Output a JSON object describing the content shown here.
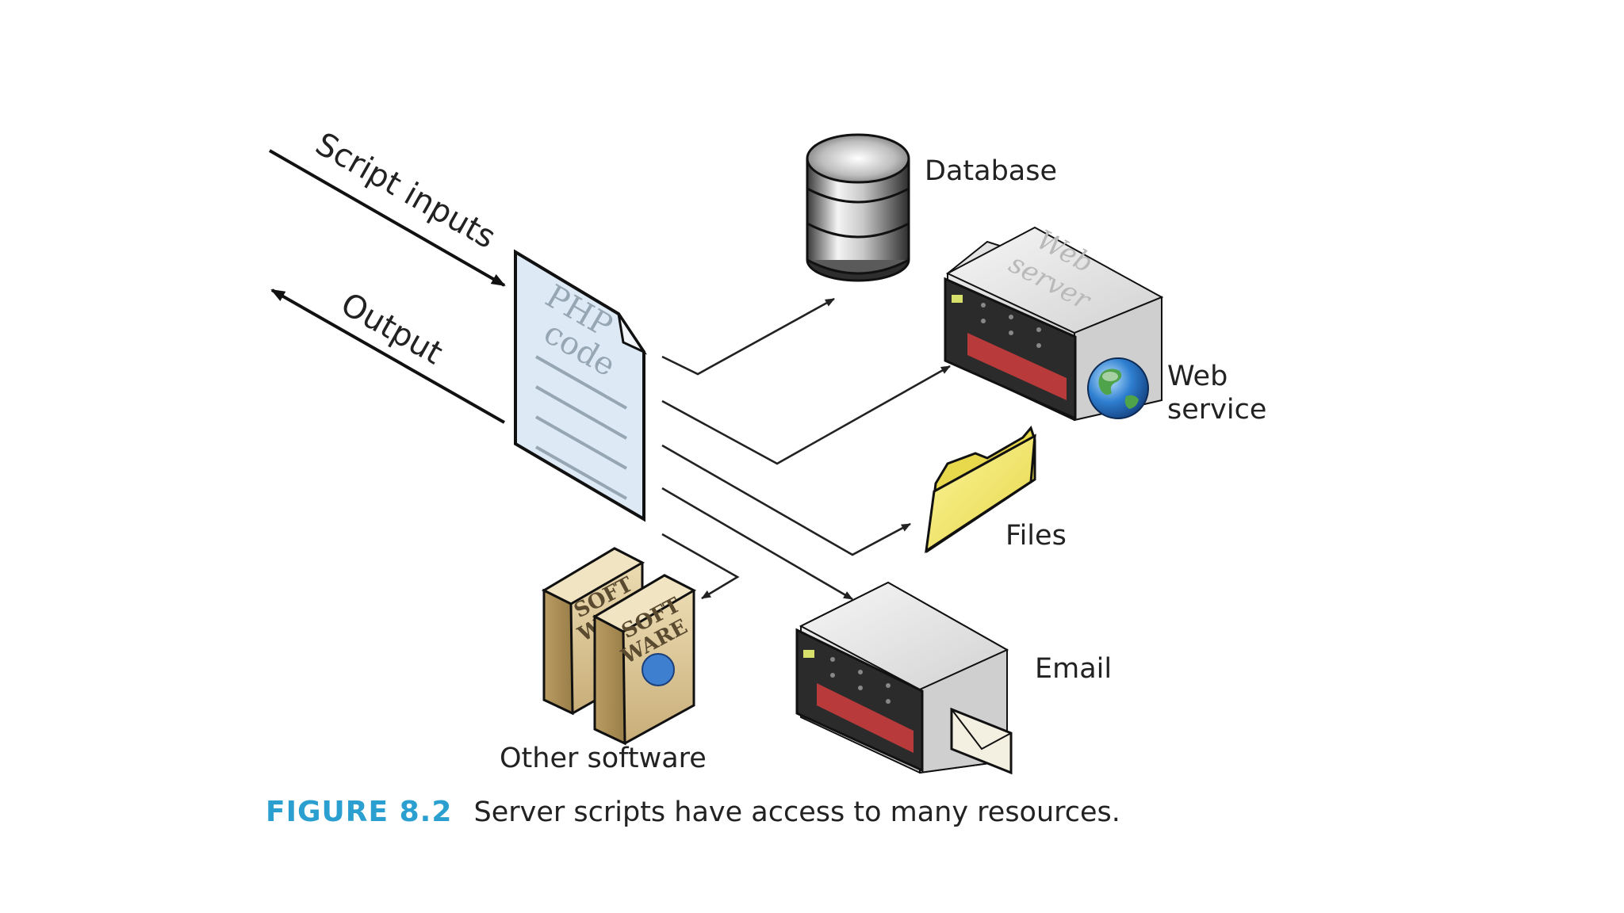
{
  "labels": {
    "script_inputs": "Script inputs",
    "output": "Output",
    "php_line1": "PHP",
    "php_line2": "code",
    "database": "Database",
    "web_server_line1": "Web",
    "web_server_line2": "server",
    "web_service_line1": "Web",
    "web_service_line2": "service",
    "files": "Files",
    "email": "Email",
    "other_software": "Other software",
    "box1_line1": "SOFT",
    "box1_line2": "WA",
    "box2_line1": "SOFT",
    "box2_line2": "WARE"
  },
  "caption": {
    "figure": "FIGURE 8.2",
    "text": "Server scripts have access to many resources."
  },
  "colors": {
    "caption_accent": "#2a9fd0",
    "php_page": "#dde9f5",
    "folder": "#f3ec6e",
    "server_body": "#e8e8e8",
    "server_front": "#2b2b2b",
    "server_stripe": "#b83a3a",
    "box_tan": "#d8c49a"
  }
}
